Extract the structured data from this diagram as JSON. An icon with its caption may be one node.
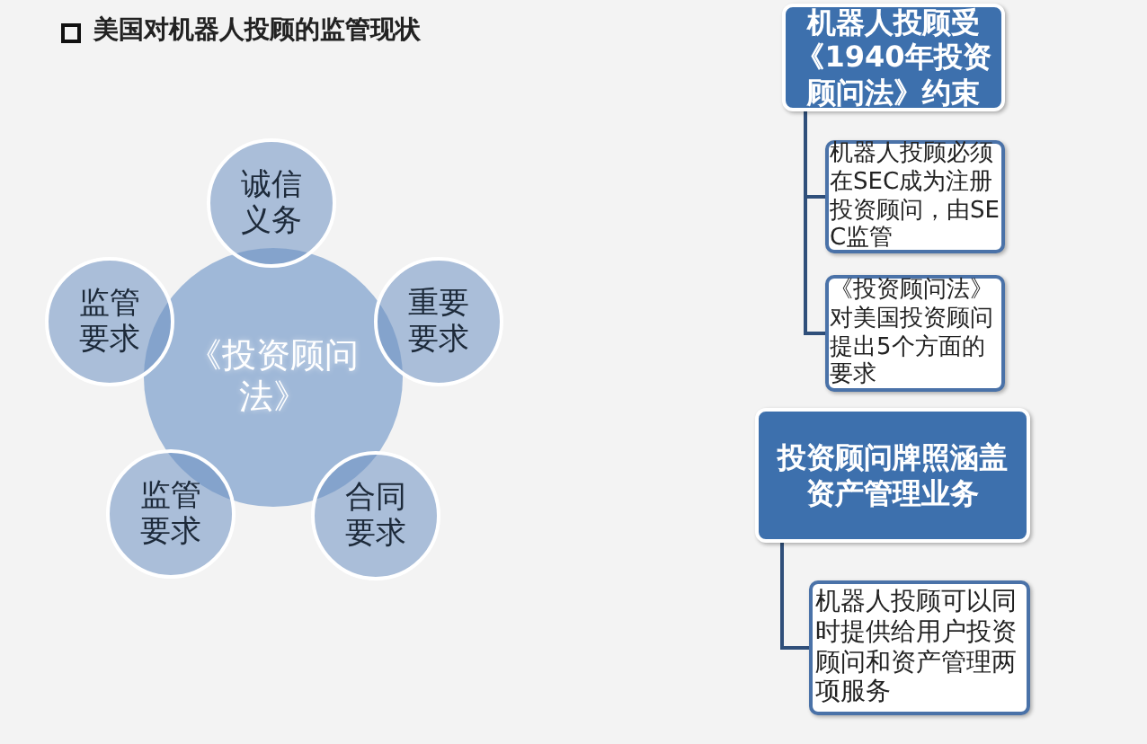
{
  "diagram": {
    "title": "美国对机器人投顾的监管现状",
    "nodes": [
      {
        "text": [
          "《投资顾问法》"
        ]
      },
      {
        "text": [
          "诚信义务"
        ]
      },
      {
        "text": [
          "监管要求"
        ]
      },
      {
        "text": [
          "重要要求"
        ]
      },
      {
        "text": [
          "监管要求"
        ]
      },
      {
        "text": [
          "合同要求"
        ]
      },
      {
        "text": [
          "机器人投顾受《1940年投资顾问法》约束"
        ]
      },
      {
        "text": [
          "机器人投顾必须在SEC成为注册投资顾问，由SEC监管"
        ]
      },
      {
        "text": [
          "《投资顾问法》对美国投资顾问提出5个方面的要求"
        ]
      },
      {
        "text": [
          "投资顾问牌照涵盖资产管理业务"
        ]
      },
      {
        "text": [
          "机器人投顾可以同时提供给用户投资顾问和资产管理两项服务"
        ]
      }
    ],
    "edges": [
      {
        "from": 6,
        "to": 7,
        "arrow": "none"
      },
      {
        "from": 6,
        "to": 8,
        "arrow": "none"
      },
      {
        "from": 9,
        "to": 10,
        "arrow": "none"
      }
    ]
  }
}
